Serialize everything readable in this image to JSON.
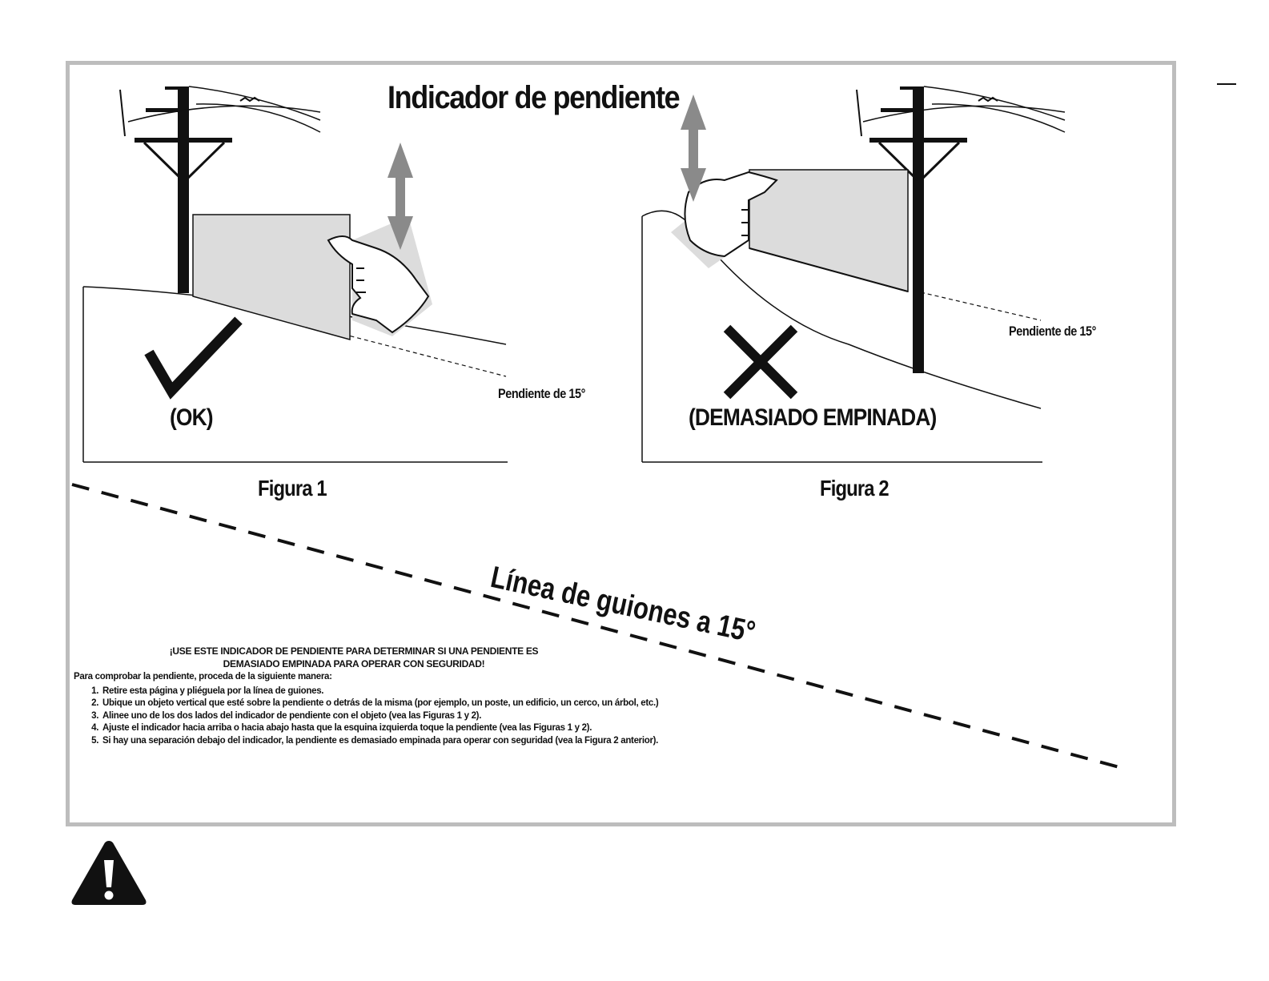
{
  "title": "Indicador de pendiente",
  "figures": [
    {
      "label": "Figura 1",
      "status": "(OK)",
      "slope_label": "Pendiente de 15°",
      "mark_icon": "check-icon"
    },
    {
      "label": "Figura 2",
      "status": "(DEMASIADO EMPINADA)",
      "slope_label": "Pendiente de 15°",
      "mark_icon": "x-icon"
    }
  ],
  "dashed_line_label": "Línea de guiones a 15°",
  "instructions": {
    "heading_line1": "¡USE ESTE INDICADOR DE PENDIENTE PARA DETERMINAR SI UNA PENDIENTE ES",
    "heading_line2": "DEMASIADO EMPINADA PARA OPERAR CON SEGURIDAD!",
    "intro": "Para comprobar la pendiente, proceda de la siguiente manera:",
    "steps": [
      "Retire esta página y pliéguela por la línea de guiones.",
      "Ubique un objeto vertical que esté sobre la pendiente o detrás de la misma (por ejemplo, un poste, un edificio, un cerco, un árbol, etc.)",
      "Alinee uno de los dos lados del indicador de pendiente con el objeto (vea las Figuras 1 y 2).",
      "Ajuste el indicador hacia arriba o hacia abajo hasta que la esquina izquierda toque la pendiente (vea las Figuras 1 y 2).",
      "Si hay una separación debajo del indicador, la pendiente es demasiado empinada para operar con seguridad (vea la Figura 2 anterior)."
    ]
  },
  "warning_icon": "warning-triangle-icon",
  "colors": {
    "frame": "#bdbdbd",
    "indicator_fill": "#dcdcdc",
    "arrow": "#8a8a8a",
    "ink": "#111111"
  }
}
